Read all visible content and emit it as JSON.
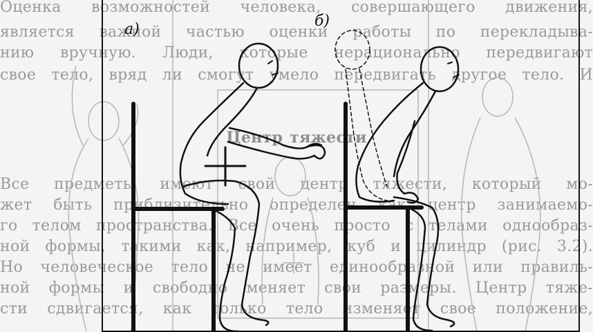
{
  "background_text": {
    "lines": [
      "Оценка возможностей человека, совершающего движения,",
      "является важной частью оценки работы по перекладыва-",
      "нию вручную. Люди, которые нерационально передвигают",
      "свое тело, вряд ли смогут умело передвигать другое тело. И",
      "Все предметы имеют свой центр тяжести, который мо-",
      "жет быть приблизительно определен как центр занимаемо-",
      "го телом пространства. Все очень просто с телами однообраз-",
      "ной формы, такими как, например, куб и цилиндр (рис. 3.2).",
      "Но человеческое тело не имеет единообразной или правиль-",
      "ной формы и свободно меняет свои размеры. Центр тяже-",
      "сти сдвигается, как только тело изменяет свое положение,"
    ],
    "heading": "Центр тяжести"
  },
  "figure": {
    "label_a": "а)",
    "label_b": "б)"
  }
}
